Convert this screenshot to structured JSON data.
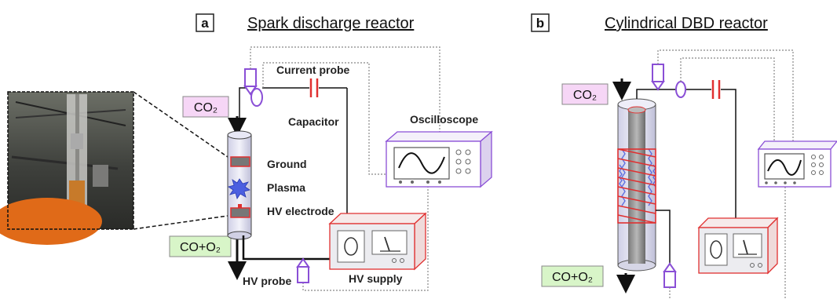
{
  "panels": {
    "a": {
      "letter": "a",
      "title": "Spark discharge reactor",
      "labels": {
        "current_probe": "Current probe",
        "capacitor": "Capacitor",
        "oscilloscope": "Oscilloscope",
        "ground": "Ground",
        "plasma": "Plasma",
        "hv_electrode": "HV electrode",
        "hv_probe": "HV probe",
        "hv_supply": "HV supply",
        "gas_in": "CO₂",
        "gas_out": "CO+O₂"
      }
    },
    "b": {
      "letter": "b",
      "title": "Cylindrical DBD reactor",
      "labels": {
        "gas_in": "CO₂",
        "gas_out": "CO+O₂"
      }
    }
  },
  "colors": {
    "co2_box": "#f6d6f6",
    "product_box": "#d8f5c8",
    "red": "#e03030",
    "purple": "#8a4fd6",
    "plasma_blue": "#4b5fe0",
    "grey_box": "#e8e8ec"
  }
}
